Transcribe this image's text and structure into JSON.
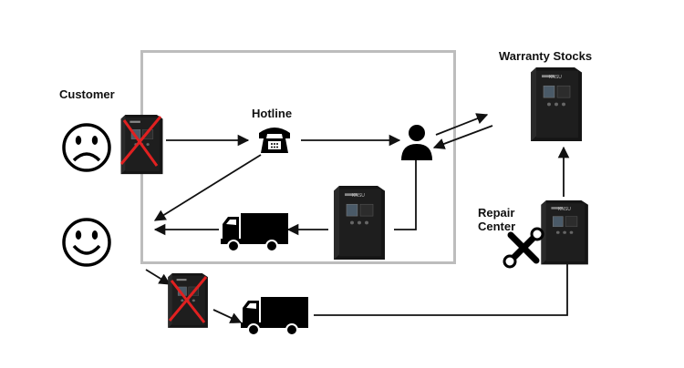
{
  "labels": {
    "customer": "Customer",
    "hotline": "Hotline",
    "warranty_stocks": "Warranty Stocks",
    "repair_center_line1": "Repair",
    "repair_center_line2": "Center"
  },
  "device": {
    "brand": "KNSU"
  },
  "colors": {
    "line": "#111111",
    "box_border": "#bbbbbb",
    "cross": "#e02020",
    "device_body": "#1c1c1c"
  }
}
